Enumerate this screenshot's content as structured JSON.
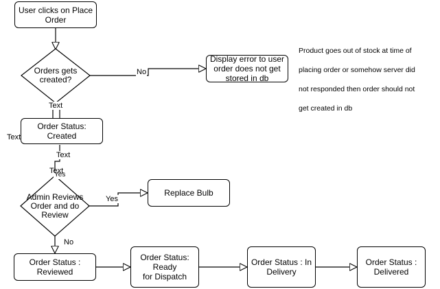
{
  "nodes": {
    "start": "User clicks on Place\nOrder",
    "decision_created": "Orders gets\ncreated?",
    "error": "Display error to user\norder does not get\nstored in db",
    "status_created": "Order Status: Created",
    "decision_review": "Admin Reviews\nOrder and do\nReview",
    "replace_bulb": "Replace Bulb",
    "status_reviewed": "Order Status :\nReviewed",
    "status_ready": "Order Status: Ready\nfor Dispatch",
    "status_delivery": "Order Status : In\nDelivery",
    "status_delivered": "Order Status :\nDelivered"
  },
  "edges": {
    "no_error": "No",
    "text_1": "Text",
    "text_2": "Text",
    "text_3": "Text",
    "yes_partial": "Yes",
    "yes_replace": "Yes",
    "no_reviewed": "No"
  },
  "note": "Product goes out of stock at time of\nplacing order or somehow server did\nnot responded then order should not\nget created in db"
}
